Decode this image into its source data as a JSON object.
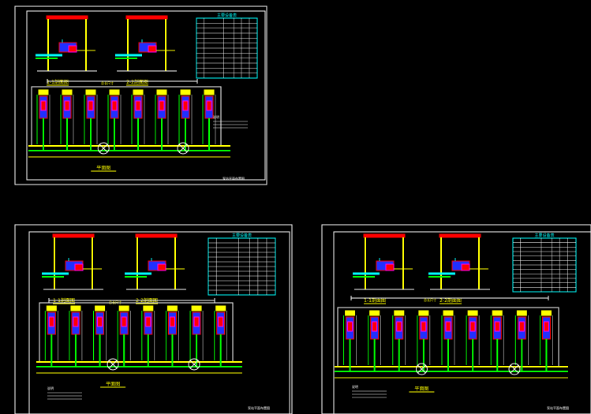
{
  "colors": {
    "background": "#000000",
    "frame": "#ffffff",
    "yellow": "#ffff00",
    "green": "#00ff00",
    "cyan": "#00ffff",
    "red": "#ff0000",
    "blue": "#2030ff",
    "magenta": "#ff00ff"
  },
  "sheets": [
    {
      "name": "sheet-top",
      "section_1_label": "1-1剖面图",
      "section_2_label": "2-2剖面图",
      "plan_title": "平面图",
      "title_block": "泵站平面布置图",
      "table_header": "主要设备表",
      "dimension_label": "总长尺寸",
      "notes_header": "说明",
      "pump_count": 8
    },
    {
      "name": "sheet-bottom-left",
      "section_1_label": "1-1剖面图",
      "section_2_label": "2-2剖面图",
      "plan_title": "平面图",
      "title_block": "泵站平面布置图",
      "table_header": "主要设备表",
      "dimension_label": "总长尺寸",
      "notes_header": "说明",
      "pump_count": 8
    },
    {
      "name": "sheet-bottom-right",
      "section_1_label": "1-1剖面图",
      "section_2_label": "2-2剖面图",
      "plan_title": "平面图",
      "title_block": "泵站平面布置图",
      "table_header": "主要设备表",
      "dimension_label": "总长尺寸",
      "notes_header": "说明",
      "pump_count": 9
    }
  ]
}
